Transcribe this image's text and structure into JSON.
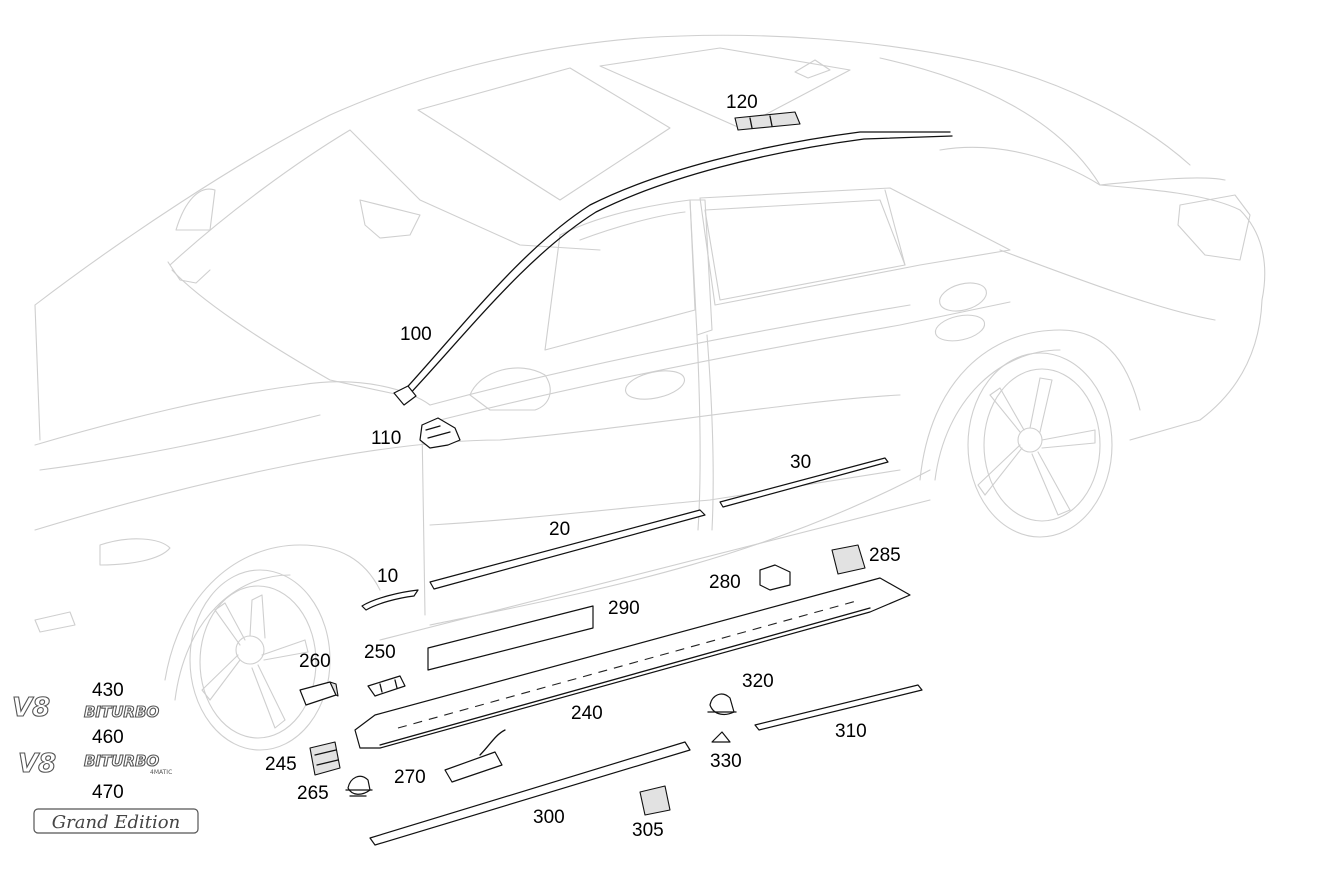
{
  "callouts": {
    "c10": "10",
    "c20": "20",
    "c30": "30",
    "c100": "100",
    "c110": "110",
    "c120": "120",
    "c240": "240",
    "c245": "245",
    "c250": "250",
    "c260": "260",
    "c265": "265",
    "c270": "270",
    "c280": "280",
    "c285": "285",
    "c290": "290",
    "c300": "300",
    "c305": "305",
    "c310": "310",
    "c320": "320",
    "c330": "330",
    "c430": "430",
    "c460": "460",
    "c470": "470"
  },
  "badges": {
    "v8": "V8",
    "biturbo": "BITURBO",
    "matic": "4MATIC",
    "grand_edition": "Grand Edition"
  }
}
